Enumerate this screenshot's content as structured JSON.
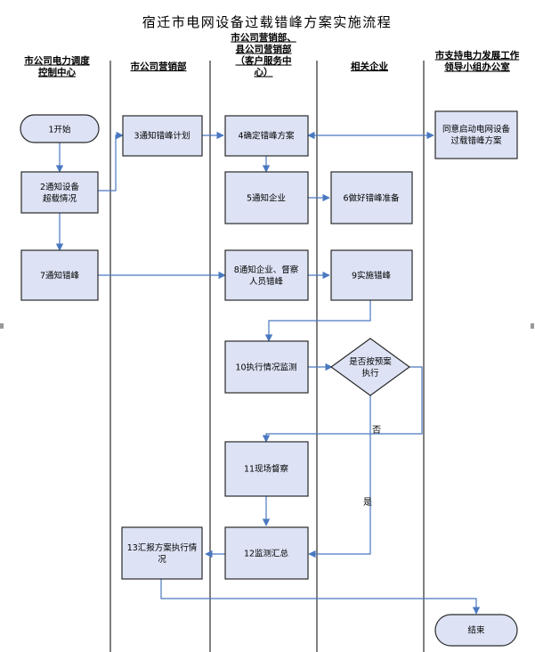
{
  "title": "宿迁市电网设备过载错峰方案实施流程",
  "lanes": [
    {
      "lines": [
        "市公司电力调度",
        "控制中心"
      ]
    },
    {
      "lines": [
        "市公司营销部"
      ]
    },
    {
      "lines": [
        "市公司营销部、",
        "县公司营销部",
        "（客户服务中",
        "心）"
      ]
    },
    {
      "lines": [
        "相关企业"
      ]
    },
    {
      "lines": [
        "市支持电力发展工作",
        "领导小组办公室"
      ]
    }
  ],
  "nodes": {
    "n1": [
      "1开始"
    ],
    "n2": [
      "2通知设备",
      "超载情况"
    ],
    "n3": [
      "3通知错峰计划"
    ],
    "n4": [
      "4确定错峰方案"
    ],
    "n_ok": [
      "同意启动电网设备",
      "过载错峰方案"
    ],
    "n5": [
      "5通知企业"
    ],
    "n6": [
      "6做好错峰准备"
    ],
    "n7": [
      "7通知错峰"
    ],
    "n8": [
      "8通知企业、督察",
      "人员错峰"
    ],
    "n9": [
      "9实施错峰"
    ],
    "n10": [
      "10执行情况监测"
    ],
    "d1": [
      "是否按预案",
      "执行"
    ],
    "n11": [
      "11现场督察"
    ],
    "n12": [
      "12监测汇总"
    ],
    "n13": [
      "13汇报方案执行情",
      "况"
    ],
    "end": [
      "结束"
    ]
  },
  "labels": {
    "no": "否",
    "yes": "是"
  },
  "colors": {
    "fill": "#dde3f5",
    "stroke": "#2a2a2a",
    "arrow": "#4a78c0",
    "lane": "#000000"
  }
}
